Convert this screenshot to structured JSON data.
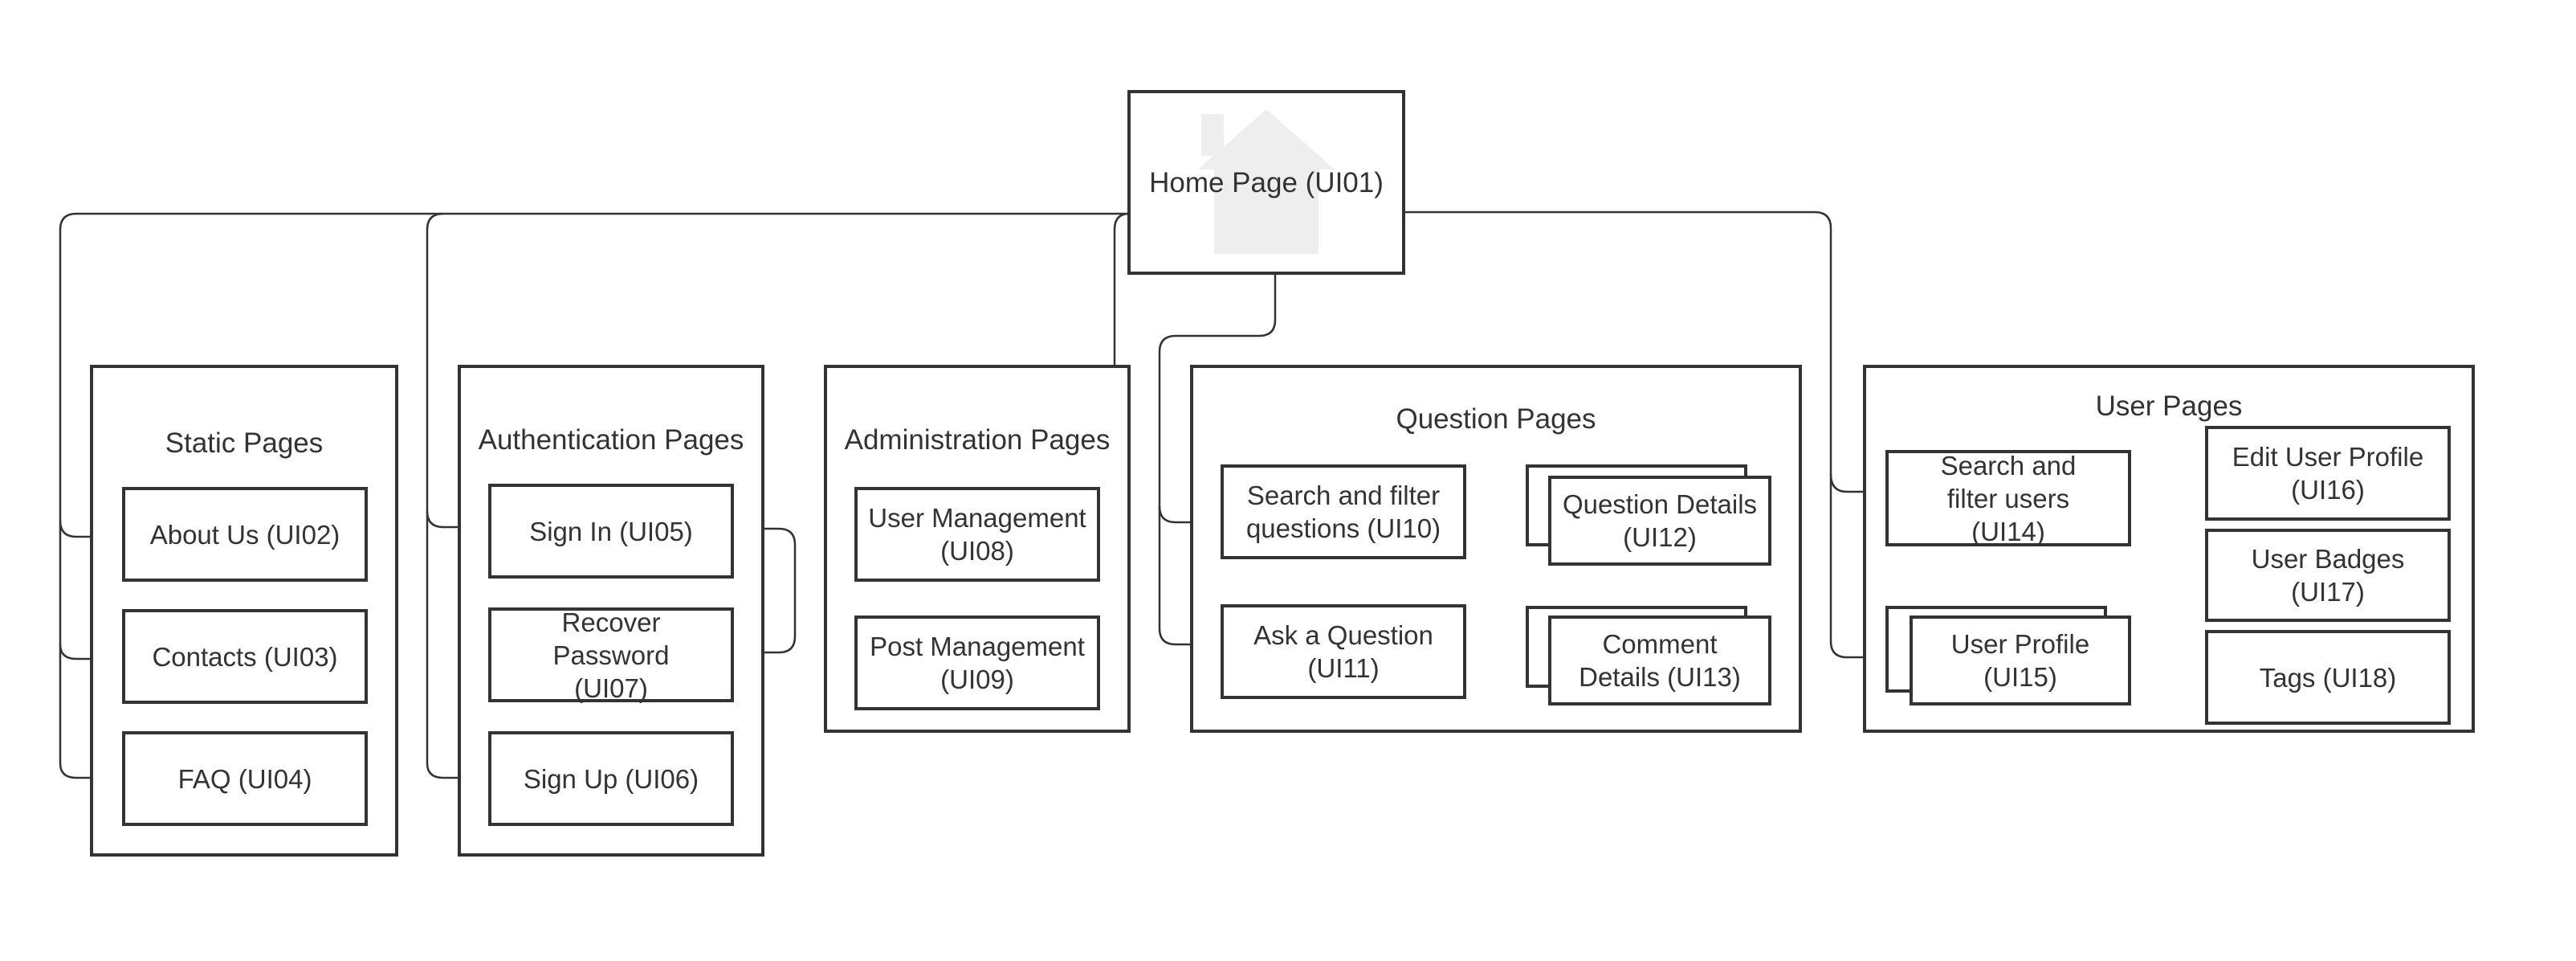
{
  "home": {
    "label": "Home Page (UI01)",
    "icon": "house-icon"
  },
  "groups": {
    "static": {
      "title": "Static Pages",
      "pages": [
        "About Us (UI02)",
        "Contacts (UI03)",
        "FAQ (UI04)"
      ]
    },
    "auth": {
      "title": "Authentication Pages",
      "pages": [
        "Sign In (UI05)",
        "Recover Password (UI07)",
        "Sign Up (UI06)"
      ]
    },
    "admin": {
      "title": "Administration Pages",
      "pages": [
        "User Management (UI08)",
        "Post Management (UI09)"
      ]
    },
    "question": {
      "title": "Question Pages",
      "pages": [
        "Search and filter questions (UI10)",
        "Ask a Question (UI11)",
        "Question Details (UI12)",
        "Comment Details (UI13)"
      ]
    },
    "user": {
      "title": "User Pages",
      "pages": [
        "Search and filter users (UI14)",
        "User Profile (UI15)",
        "Edit User Profile (UI16)",
        "User Badges (UI17)",
        "Tags (UI18)"
      ]
    }
  },
  "colors": {
    "stroke": "#333333",
    "icon": "#eeeeee",
    "background": "#ffffff"
  }
}
